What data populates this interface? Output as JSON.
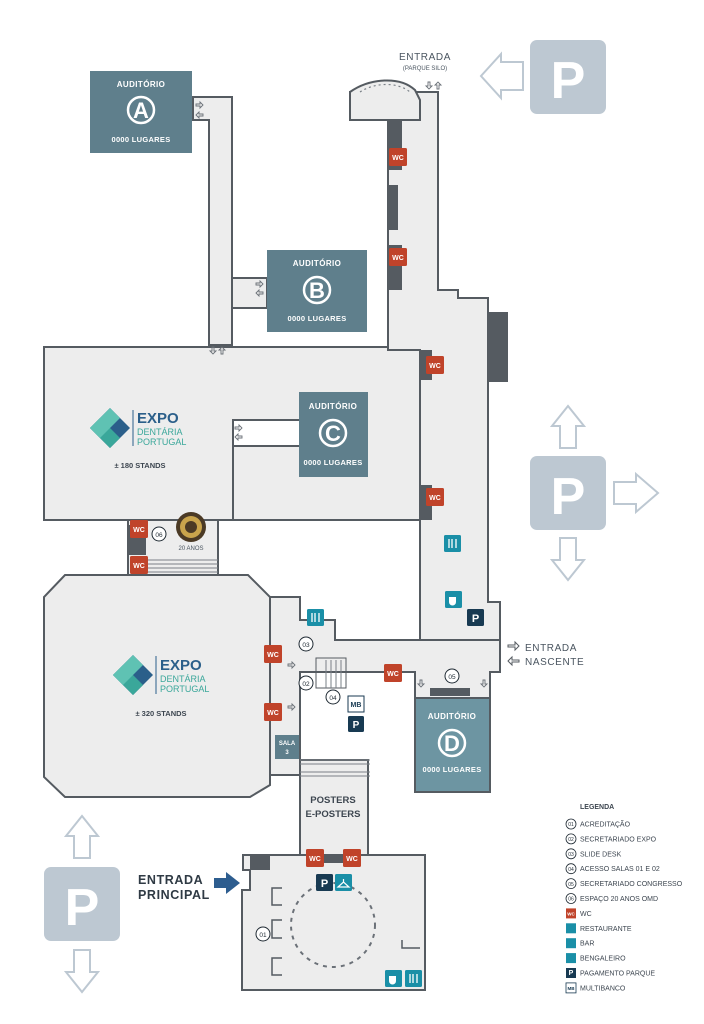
{
  "auditoriums": {
    "a": {
      "title": "AUDITÓRIO",
      "letter": "A",
      "seats": "0000 LUGARES"
    },
    "b": {
      "title": "AUDITÓRIO",
      "letter": "B",
      "seats": "0000 LUGARES"
    },
    "c": {
      "title": "AUDITÓRIO",
      "letter": "C",
      "seats": "0000 LUGARES"
    },
    "d": {
      "title": "AUDITÓRIO",
      "letter": "D",
      "seats": "0000 LUGARES"
    }
  },
  "expo_logo": {
    "line1": "EXPO",
    "line2": "DENTÁRIA",
    "line3": "PORTUGAL"
  },
  "halls": {
    "upper_stands": "± 180 STANDS",
    "lower_stands": "± 320 STANDS"
  },
  "entrances": {
    "silo_line1": "ENTRADA",
    "silo_line2": "(PARQUE SILO)",
    "east_line1": "ENTRADA",
    "east_line2": "NASCENTE",
    "main_line1": "ENTRADA",
    "main_line2": "PRINCIPAL"
  },
  "rooms": {
    "posters_line1": "POSTERS",
    "posters_line2": "E-POSTERS",
    "sala_line1": "SALA",
    "sala_line2": "3",
    "anos_label": "20 ANOS"
  },
  "icon_labels": {
    "wc": "WC",
    "parking": "P",
    "multibanco": "MB"
  },
  "markers": [
    "01",
    "02",
    "03",
    "04",
    "05",
    "06"
  ],
  "legend": {
    "title": "LEGENDA",
    "items": [
      {
        "code": "01",
        "label": "ACREDITAÇÃO",
        "icon": "number-badge"
      },
      {
        "code": "02",
        "label": "SECRETARIADO EXPO",
        "icon": "number-badge"
      },
      {
        "code": "03",
        "label": "SLIDE DESK",
        "icon": "number-badge"
      },
      {
        "code": "04",
        "label": "ACESSO SALAS 01 E 02",
        "icon": "number-badge"
      },
      {
        "code": "05",
        "label": "SECRETARIADO CONGRESSO",
        "icon": "number-badge"
      },
      {
        "code": "06",
        "label": "ESPAÇO 20 ANOS OMD",
        "icon": "number-badge"
      },
      {
        "code": "WC",
        "label": "WC",
        "icon": "wc-icon"
      },
      {
        "code": "",
        "label": "RESTAURANTE",
        "icon": "restaurant-icon"
      },
      {
        "code": "",
        "label": "BAR",
        "icon": "bar-icon"
      },
      {
        "code": "",
        "label": "BENGALEIRO",
        "icon": "cloakroom-icon"
      },
      {
        "code": "P",
        "label": "PAGAMENTO PARQUE",
        "icon": "parking-payment-icon"
      },
      {
        "code": "MB",
        "label": "MULTIBANCO",
        "icon": "atm-icon"
      }
    ]
  },
  "colors": {
    "auditorium": "#5f7f8c",
    "auditorium_d": "#6d95a2",
    "floor": "#ededed",
    "wall": "#555b61",
    "wc": "#c0432a",
    "service": "#1a8fa7",
    "dark_service": "#183a52",
    "parking_big": "#bdc8d2",
    "entry_arrow": "#2d5d8f",
    "expo_blue": "#2b5f8a",
    "expo_teal": "#3aa79a"
  }
}
